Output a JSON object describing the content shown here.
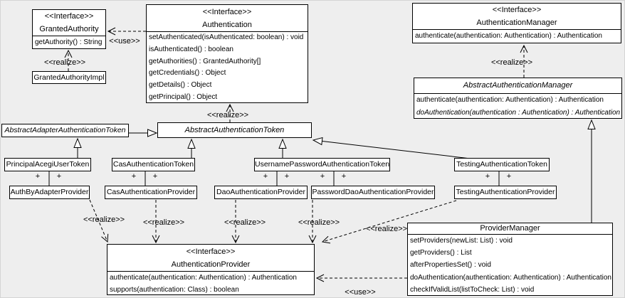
{
  "diagram": {
    "background": "#eeeeee",
    "box_fill": "#ffffff",
    "line_color": "#000000"
  },
  "labels": {
    "use": "<<use>>",
    "realize": "<<realize>>",
    "plus": "+",
    "interface_stereotype": "<<Interface>>"
  },
  "classes": {
    "granted_authority": {
      "stereotype": "<<Interface>>",
      "name": "GrantedAuthority",
      "methods": [
        "getAuthority() : String"
      ]
    },
    "granted_authority_impl": {
      "name": "GrantedAuthorityImpl"
    },
    "authentication": {
      "stereotype": "<<Interface>>",
      "name": "Authentication",
      "methods": [
        "setAuthenticated(isAuthenticated: boolean) : void",
        "isAuthenticated() : boolean",
        "getAuthorities() : GrantedAuthority[]",
        "getCredentials() : Object",
        "getDetails() : Object",
        "getPrincipal() : Object"
      ]
    },
    "authentication_manager": {
      "stereotype": "<<Interface>>",
      "name": "AuthenticationManager",
      "methods": [
        "authenticate(authentication: Authentication) : Authentication"
      ]
    },
    "abstract_authentication_manager": {
      "name": "AbstractAuthenticationManager",
      "methods": [
        "authenticate(authentication: Authentication) : Authentication",
        "doAuthentication(authentication : Authentication) : Authentication"
      ]
    },
    "abstract_adapter_authentication_token": {
      "name": "AbstractAdapterAuthenticationToken"
    },
    "abstract_authentication_token": {
      "name": "AbstractAuthenticationToken"
    },
    "principal_acegi_user_token": {
      "name": "PrincipalAcegiUserToken"
    },
    "cas_authentication_token": {
      "name": "CasAuthenticationToken"
    },
    "username_password_authentication_token": {
      "name": "UsernamePasswordAuthenticationToken"
    },
    "testing_authentication_token": {
      "name": "TestingAuthenticationToken"
    },
    "auth_by_adapter_provider": {
      "name": "AuthByAdapterProvider"
    },
    "cas_authentication_provider": {
      "name": "CasAuthenticationProvider"
    },
    "dao_authentication_provider": {
      "name": "DaoAuthenticationProvider"
    },
    "password_dao_authentication_provider": {
      "name": "PasswordDaoAuthenticationProvider"
    },
    "testing_authentication_provider": {
      "name": "TestingAuthenticationProvider"
    },
    "authentication_provider": {
      "stereotype": "<<Interface>>",
      "name": "AuthenticationProvider",
      "methods": [
        "authenticate(authentication: Authentication) : Authentication",
        "supports(authentication: Class) : boolean"
      ]
    },
    "provider_manager": {
      "name": "ProviderManager",
      "methods": [
        "setProviders(newList: List) : void",
        "getProviders() : List",
        "afterPropertiesSet() : void",
        "doAuthentication(authentication: Authentication) : Authentication",
        "checkIfValidList(listToCheck: List) : void"
      ]
    }
  }
}
